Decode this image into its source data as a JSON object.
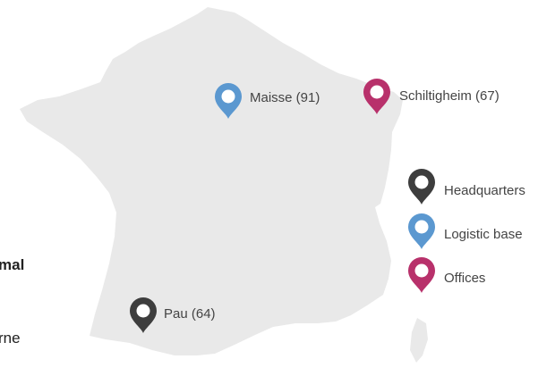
{
  "colors": {
    "background": "#ffffff",
    "land": "#e9e9e9",
    "headquarters": "#3d3d3d",
    "logistic": "#5b98d0",
    "offices": "#b8316b",
    "label_text": "#444444"
  },
  "side_text": {
    "fragment_bold": "mal",
    "fragment_regular": "rne"
  },
  "locations": [
    {
      "name": "Maisse (91)",
      "category": "logistic",
      "icon": "map-pin-icon"
    },
    {
      "name": "Schiltigheim (67)",
      "category": "offices",
      "icon": "map-pin-icon"
    },
    {
      "name": "Pau (64)",
      "category": "headquarters",
      "icon": "map-pin-icon"
    }
  ],
  "legend": [
    {
      "label": "Headquarters",
      "category": "headquarters",
      "icon": "map-pin-icon"
    },
    {
      "label": "Logistic base",
      "category": "logistic",
      "icon": "map-pin-icon"
    },
    {
      "label": "Offices",
      "category": "offices",
      "icon": "map-pin-icon"
    }
  ]
}
